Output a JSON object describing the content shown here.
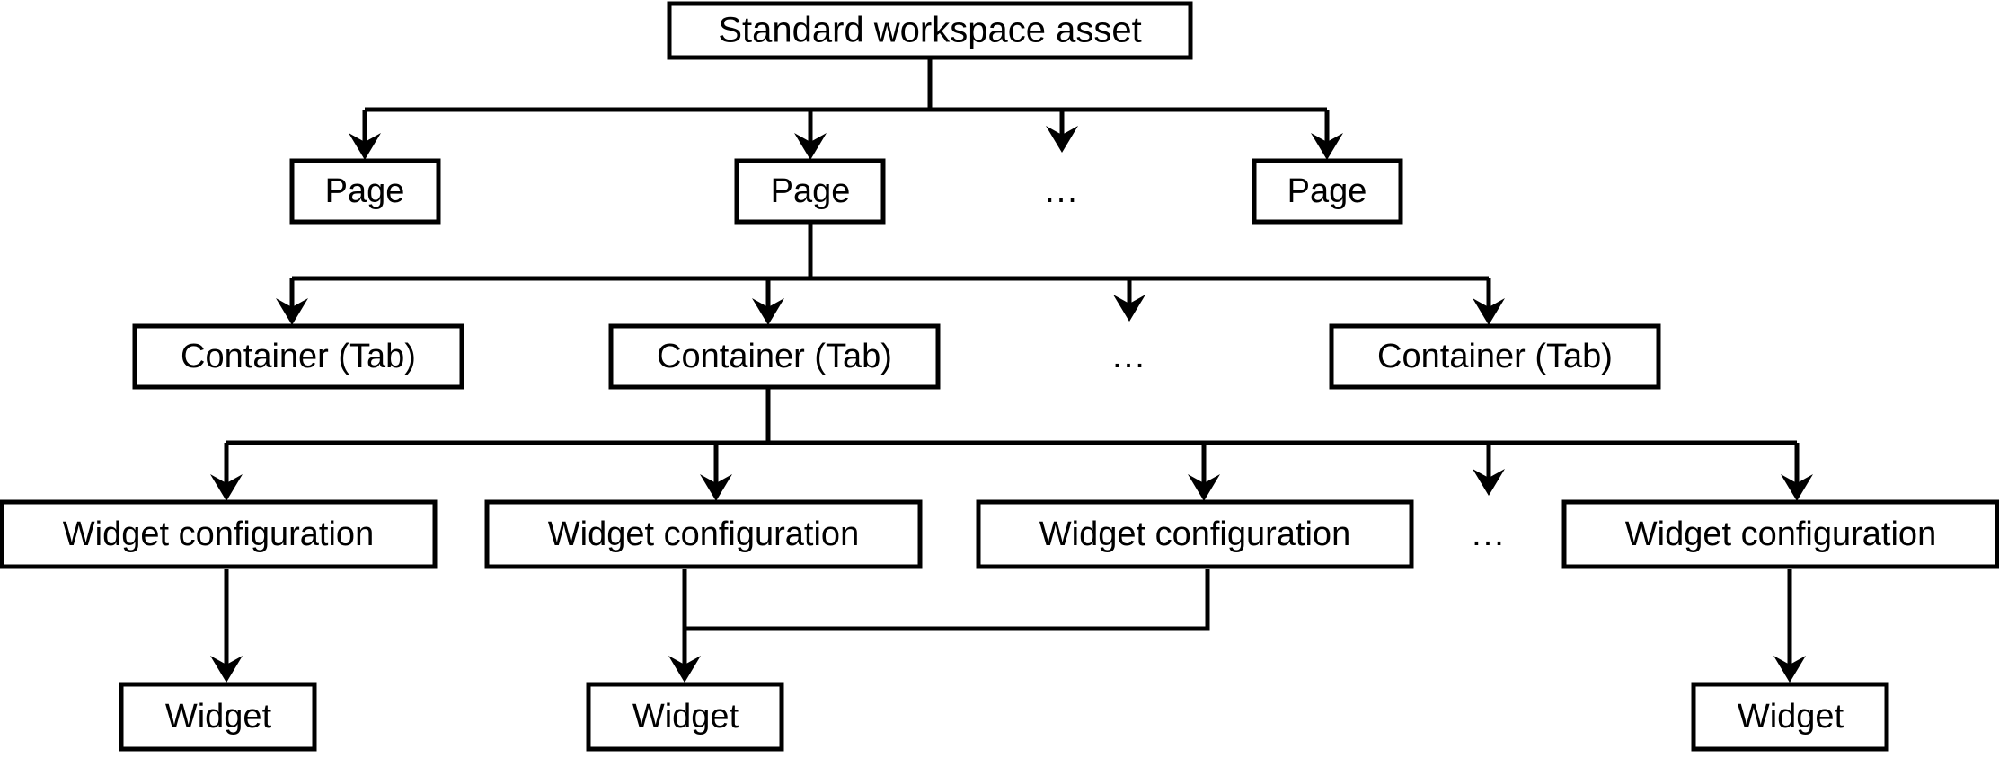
{
  "diagram": {
    "type": "hierarchy-tree",
    "title": "Standard workspace asset hierarchy",
    "orientation": "top-down",
    "background_color": "#ffffff",
    "line_color": "#000000",
    "box_fill_color": "#ffffff",
    "levels": [
      {
        "level": 1,
        "name": "asset-level",
        "nodes": [
          {
            "id": "asset",
            "label": "Standard workspace asset",
            "kind": "box"
          }
        ]
      },
      {
        "level": 2,
        "name": "page-level",
        "nodes": [
          {
            "id": "page-1",
            "label": "Page",
            "kind": "box"
          },
          {
            "id": "page-2",
            "label": "Page",
            "kind": "box"
          },
          {
            "id": "page-ellipsis",
            "label": "...",
            "kind": "ellipsis"
          },
          {
            "id": "page-n",
            "label": "Page",
            "kind": "box"
          }
        ]
      },
      {
        "level": 3,
        "name": "container-level",
        "nodes": [
          {
            "id": "container-1",
            "label": "Container (Tab)",
            "kind": "box"
          },
          {
            "id": "container-2",
            "label": "Container (Tab)",
            "kind": "box"
          },
          {
            "id": "container-ellipsis",
            "label": "...",
            "kind": "ellipsis"
          },
          {
            "id": "container-n",
            "label": "Container (Tab)",
            "kind": "box"
          }
        ]
      },
      {
        "level": 4,
        "name": "widget-configuration-level",
        "nodes": [
          {
            "id": "wcfg-1",
            "label": "Widget configuration",
            "kind": "box"
          },
          {
            "id": "wcfg-2",
            "label": "Widget configuration",
            "kind": "box"
          },
          {
            "id": "wcfg-3",
            "label": "Widget configuration",
            "kind": "box"
          },
          {
            "id": "wcfg-ellipsis",
            "label": "...",
            "kind": "ellipsis"
          },
          {
            "id": "wcfg-n",
            "label": "Widget configuration",
            "kind": "box"
          }
        ]
      },
      {
        "level": 5,
        "name": "widget-level",
        "nodes": [
          {
            "id": "widget-1",
            "label": "Widget",
            "kind": "box"
          },
          {
            "id": "widget-2",
            "label": "Widget",
            "kind": "box"
          },
          {
            "id": "widget-n",
            "label": "Widget",
            "kind": "box"
          }
        ]
      }
    ],
    "edges": [
      {
        "from": "asset",
        "to": "page-1"
      },
      {
        "from": "asset",
        "to": "page-2"
      },
      {
        "from": "asset",
        "to": "page-ellipsis"
      },
      {
        "from": "asset",
        "to": "page-n"
      },
      {
        "from": "page-2",
        "to": "container-1"
      },
      {
        "from": "page-2",
        "to": "container-2"
      },
      {
        "from": "page-2",
        "to": "container-ellipsis"
      },
      {
        "from": "page-2",
        "to": "container-n"
      },
      {
        "from": "container-2",
        "to": "wcfg-1"
      },
      {
        "from": "container-2",
        "to": "wcfg-2"
      },
      {
        "from": "container-2",
        "to": "wcfg-3"
      },
      {
        "from": "container-2",
        "to": "wcfg-ellipsis"
      },
      {
        "from": "container-2",
        "to": "wcfg-n"
      },
      {
        "from": "wcfg-1",
        "to": "widget-1"
      },
      {
        "from": "wcfg-2",
        "to": "widget-2"
      },
      {
        "from": "wcfg-3",
        "to": "widget-2"
      },
      {
        "from": "wcfg-n",
        "to": "widget-n"
      }
    ]
  },
  "labels": {
    "asset": "Standard workspace asset",
    "page_1": "Page",
    "page_2": "Page",
    "page_ellipsis": "...",
    "page_n": "Page",
    "container_1": "Container (Tab)",
    "container_2": "Container (Tab)",
    "container_ellipsis": "...",
    "container_n": "Container (Tab)",
    "wcfg_1": "Widget configuration",
    "wcfg_2": "Widget configuration",
    "wcfg_3": "Widget configuration",
    "wcfg_ellipsis": "...",
    "wcfg_n": "Widget configuration",
    "widget_1": "Widget",
    "widget_2": "Widget",
    "widget_n": "Widget"
  }
}
